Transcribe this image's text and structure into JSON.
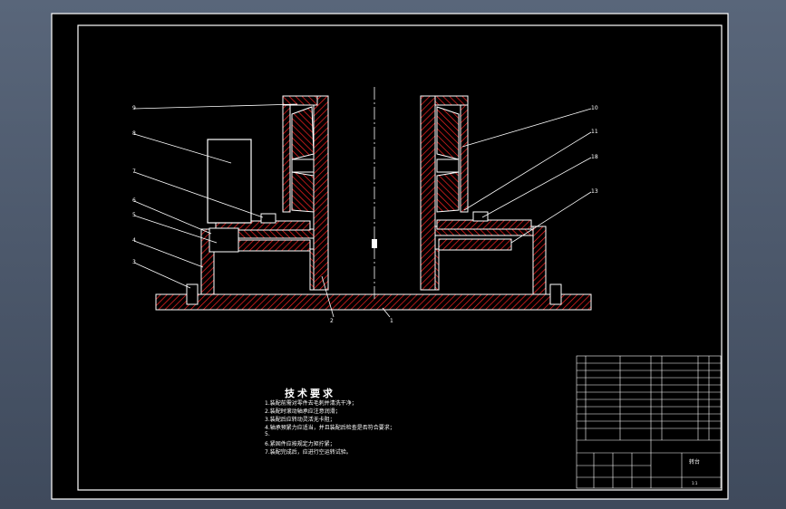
{
  "drawing": {
    "part_labels": [
      "9",
      "8",
      "7",
      "6",
      "5",
      "4",
      "3",
      "2",
      "1",
      "10",
      "11",
      "18",
      "13"
    ]
  },
  "technical_requirements": {
    "title": "技术要求",
    "lines": [
      "1.装配前需对零件去毛刺并清洗干净；",
      "2.装配时滚动轴承应注意润滑；",
      "3.装配后应转动灵活无卡阻；",
      "4.轴承预紧力应适当，并且装配后检查是否符合要求；",
      "5.",
      "6.紧固件应按规定力矩拧紧；",
      "7.装配完成后，应进行空运转试验。"
    ]
  },
  "title_block": {
    "name": "转台",
    "scale": "1:1"
  },
  "colors": {
    "background": "#000000",
    "viewport": "#59667a",
    "line": "#ffffff",
    "hatch": "#ff2020",
    "centerline": "#ffffff"
  }
}
